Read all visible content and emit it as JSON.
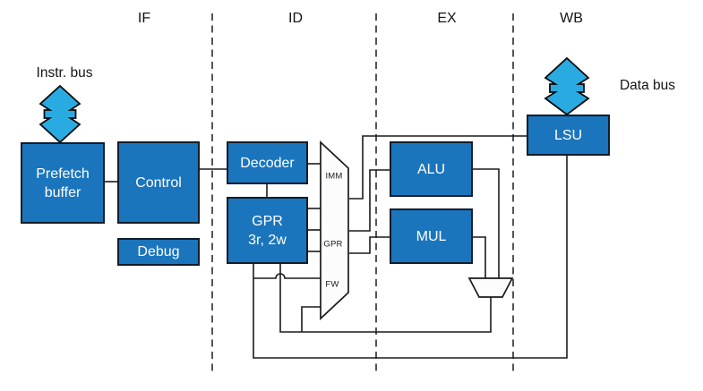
{
  "stages": {
    "if": "IF",
    "id": "ID",
    "ex": "EX",
    "wb": "WB"
  },
  "buses": {
    "instruction_label": "Instr. bus",
    "data_label": "Data bus"
  },
  "blocks": {
    "prefetch": "Prefetch\nbuffer",
    "control": "Control",
    "debug": "Debug",
    "decoder": "Decoder",
    "gpr": "GPR\n3r, 2w",
    "alu": "ALU",
    "mul": "MUL",
    "lsu": "LSU"
  },
  "forwarding_mux_ports": {
    "imm": "IMM",
    "gpr": "GPR",
    "fw": "FW"
  },
  "colors": {
    "block_fill": "#1B75BC",
    "block_border": "#101D2B",
    "bus_arrow_fill": "#29ABE2",
    "mux_fill": "#FCFCFC",
    "wire": "#1A1A1A",
    "background": "#FFFFFF"
  }
}
